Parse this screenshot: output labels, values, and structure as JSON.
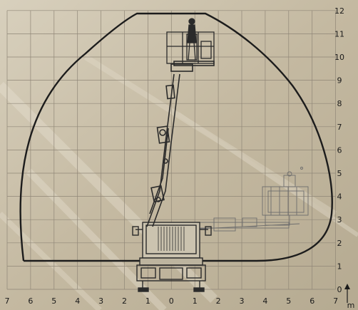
{
  "diagram": {
    "x_ticks": [
      "7",
      "6",
      "5",
      "4",
      "3",
      "2",
      "1",
      "0",
      "1",
      "2",
      "3",
      "4",
      "5",
      "6",
      "7"
    ],
    "y_ticks": [
      "0",
      "1",
      "2",
      "3",
      "4",
      "5",
      "6",
      "7",
      "8",
      "9",
      "10",
      "11",
      "12"
    ],
    "unit_label": "m",
    "colors": {
      "background": "#c9bfa8",
      "grid": "#8f8677",
      "envelope": "#1c1c1c",
      "machine": "#2a2a2a",
      "ghost": "#6d6d6d"
    }
  }
}
